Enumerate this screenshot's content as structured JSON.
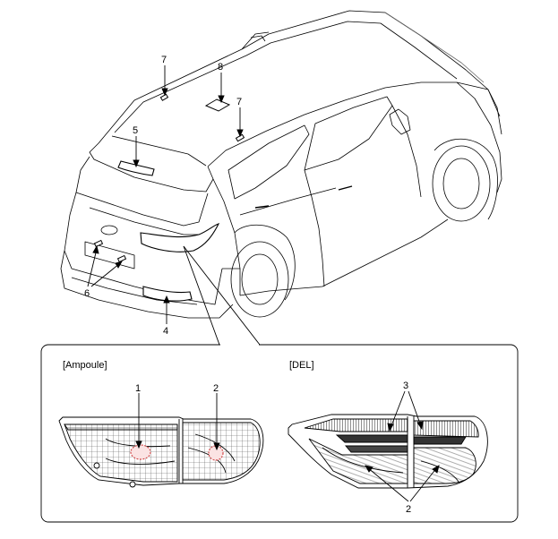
{
  "callouts": {
    "c1": "1",
    "c2": "2",
    "c3": "3",
    "c4": "4",
    "c5": "5",
    "c6": "6",
    "c7a": "7",
    "c7b": "7",
    "c8": "8",
    "c2b": "2"
  },
  "panels": {
    "left_label": "[Ampoule]",
    "right_label": "[DEL]"
  }
}
